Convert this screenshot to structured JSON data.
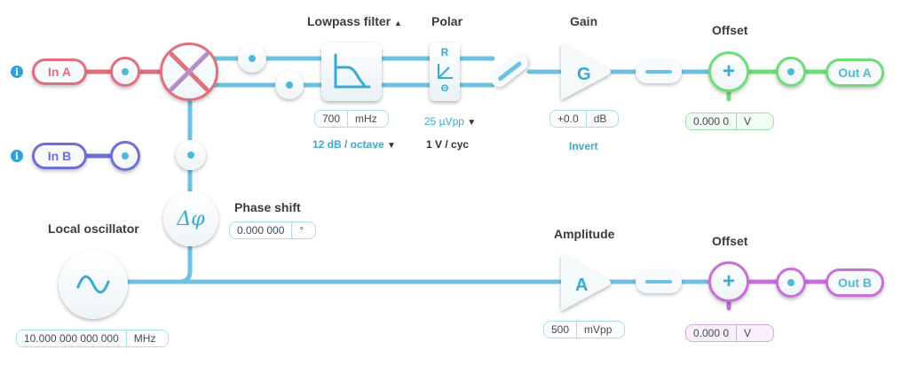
{
  "inputs": {
    "in_a_label": "In A",
    "in_b_label": "In B",
    "info_glyph": "i"
  },
  "lowpass": {
    "title": "Lowpass filter",
    "title_arrow": "▲",
    "cutoff_value": "700",
    "cutoff_unit": "mHz",
    "order_label": "12 dB / octave",
    "order_arrow": "▼"
  },
  "polar": {
    "title": "Polar",
    "r_label": "R",
    "theta_label": "Θ",
    "range_label": "25 µVpp",
    "range_arrow": "▼",
    "scale_label": "1 V / cyc"
  },
  "gain": {
    "title": "Gain",
    "symbol": "G",
    "value": "+0.0",
    "unit": "dB",
    "invert_label": "Invert"
  },
  "offset_a": {
    "title": "Offset",
    "value": "0.000 0",
    "unit": "V"
  },
  "outputs": {
    "out_a_label": "Out A",
    "out_b_label": "Out B"
  },
  "phase": {
    "title": "Phase shift",
    "symbol": "Δφ",
    "value": "0.000 000",
    "unit": "°"
  },
  "oscillator": {
    "title": "Local oscillator",
    "frequency_value": "10.000 000 000 000",
    "frequency_unit": "MHz"
  },
  "amplitude": {
    "title": "Amplitude",
    "symbol": "A",
    "value": "500",
    "unit": "mVpp"
  },
  "offset_b": {
    "title": "Offset",
    "value": "0.000 0",
    "unit": "V"
  },
  "colors": {
    "wire": "#6cc2e0",
    "in_a": "#e0707e",
    "in_b": "#6f6fd8",
    "out_a": "#6fdc7a",
    "out_b": "#c86fdc",
    "accent_text": "#37a9d2"
  },
  "icons": {
    "mixer": "mixer-cross-icon",
    "lowpass": "lowpass-curve-icon",
    "oscillator": "sine-wave-icon",
    "sum": "plus-icon",
    "invert": "minus-icon"
  }
}
